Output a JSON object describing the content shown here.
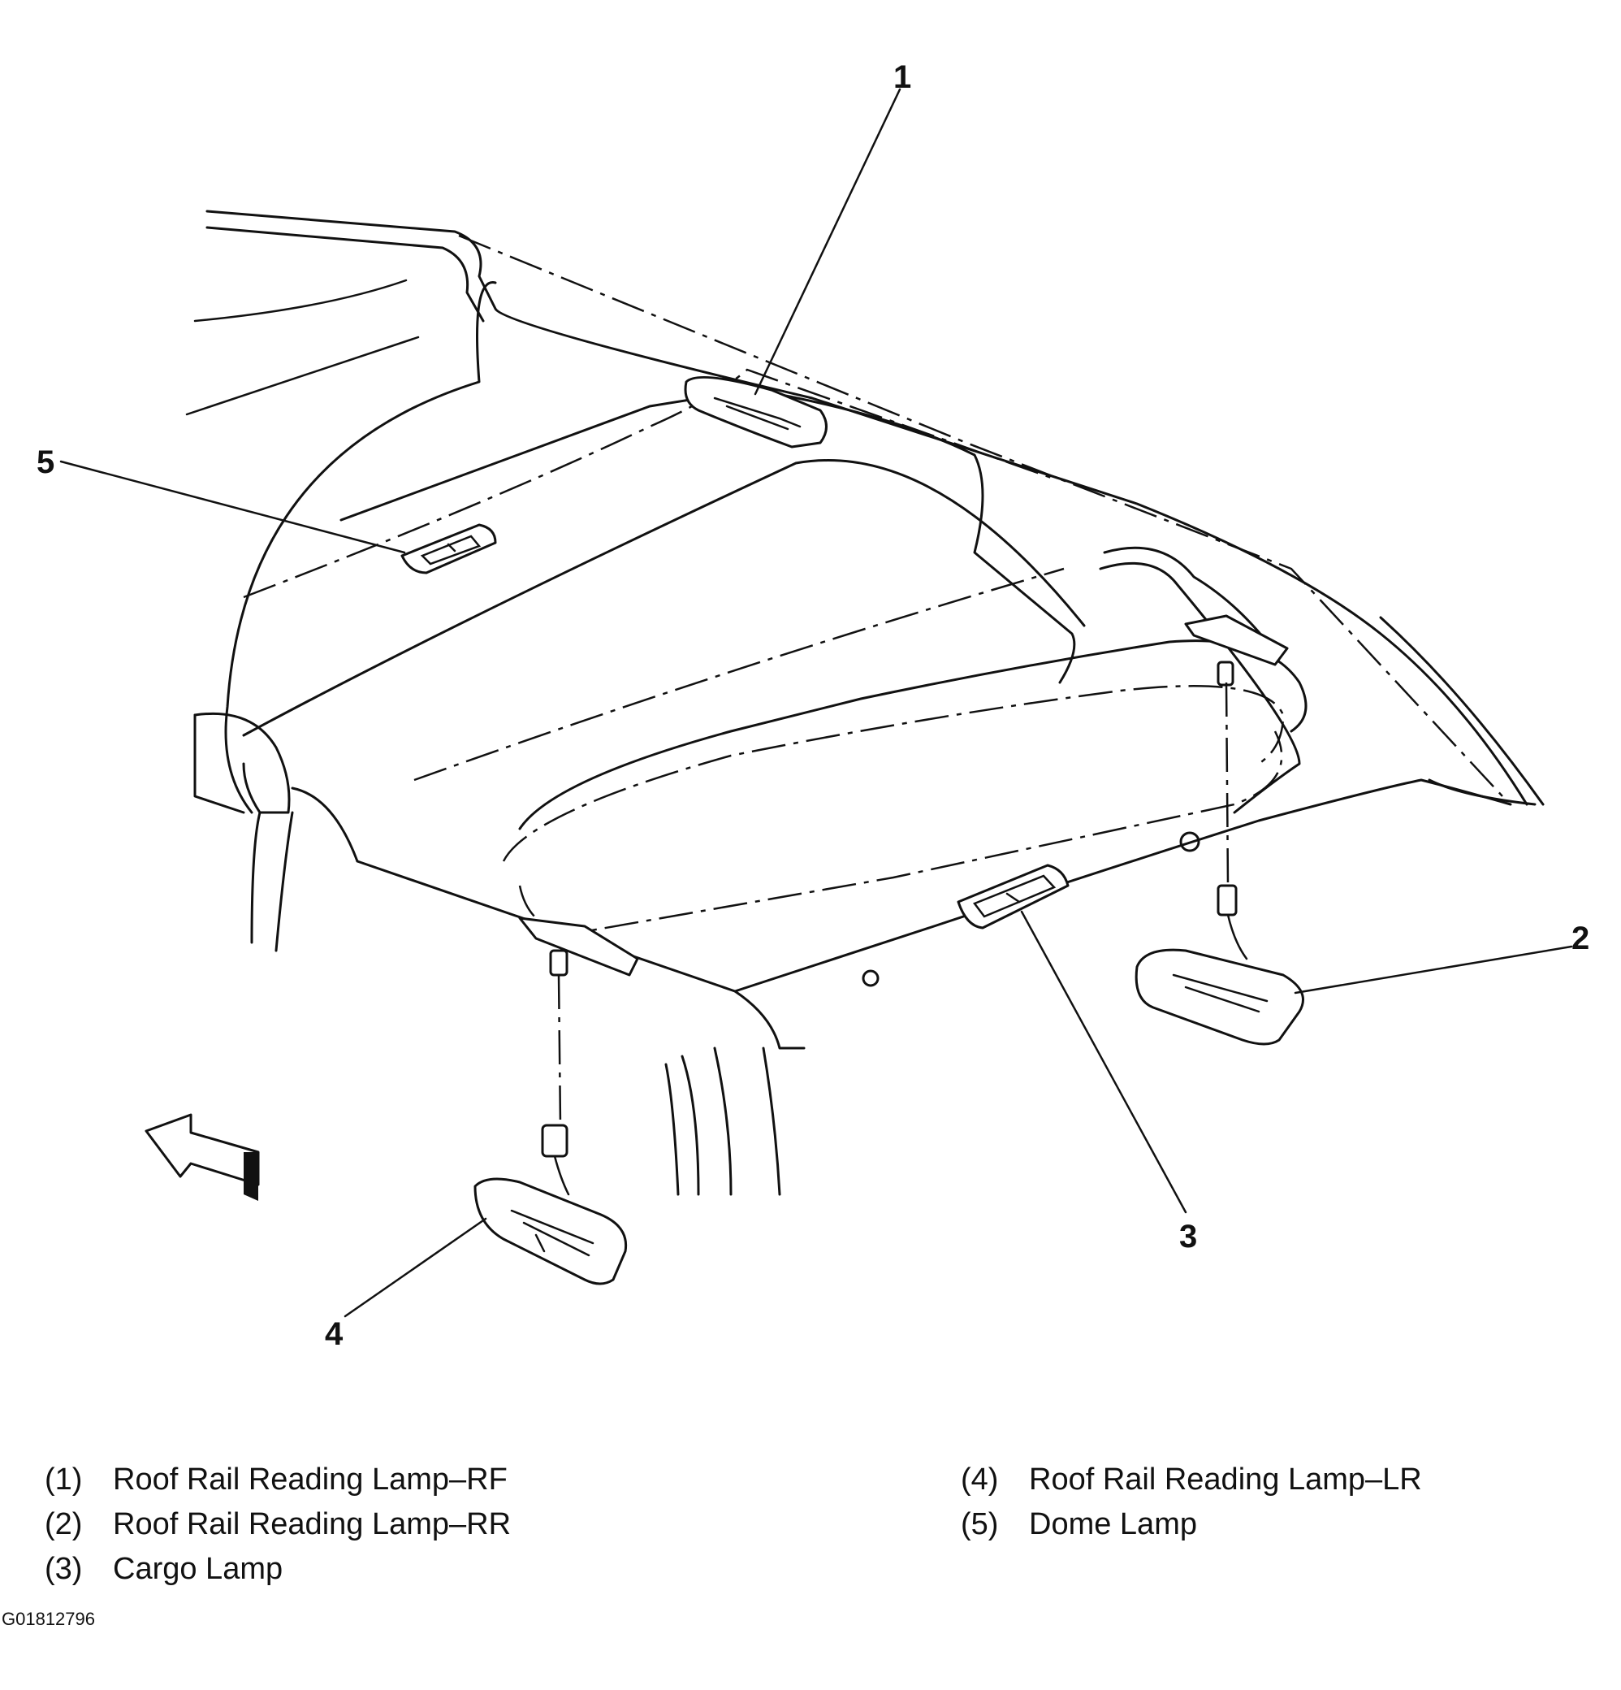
{
  "callouts": [
    {
      "id": "1",
      "label": "1"
    },
    {
      "id": "2",
      "label": "2"
    },
    {
      "id": "3",
      "label": "3"
    },
    {
      "id": "4",
      "label": "4"
    },
    {
      "id": "5",
      "label": "5"
    }
  ],
  "legend": [
    {
      "num": "(1)",
      "text": "Roof Rail Reading Lamp–RF"
    },
    {
      "num": "(2)",
      "text": "Roof Rail Reading Lamp–RR"
    },
    {
      "num": "(3)",
      "text": "Cargo Lamp"
    },
    {
      "num": "(4)",
      "text": "Roof Rail Reading Lamp–LR"
    },
    {
      "num": "(5)",
      "text": "Dome Lamp"
    }
  ],
  "figure_id": "G01812796"
}
